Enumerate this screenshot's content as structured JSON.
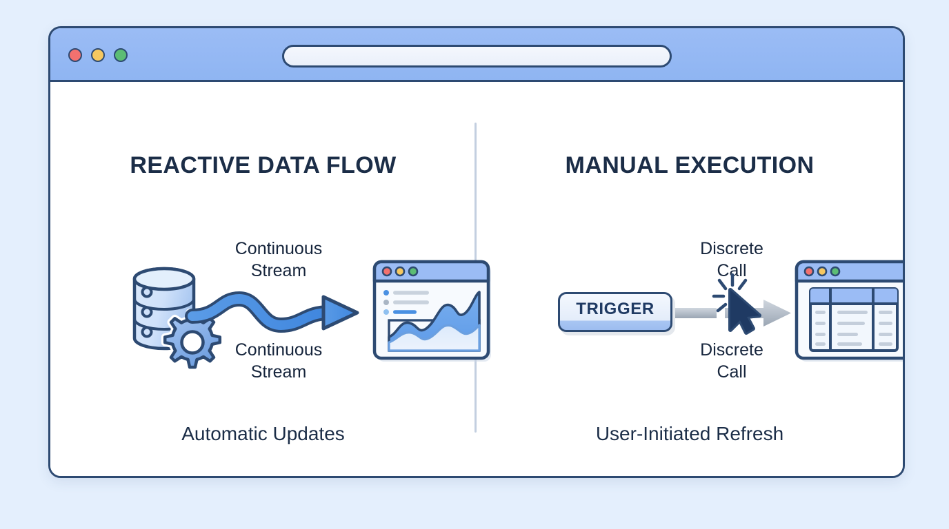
{
  "page": {
    "background_color": "#e4effd",
    "accent_blue": "#4a90e2",
    "ink_navy": "#2d4a72",
    "text_navy": "#1b2d47"
  },
  "window": {
    "traffic_lights": [
      {
        "name": "close",
        "color": "#f2716f"
      },
      {
        "name": "minimize",
        "color": "#f6c860"
      },
      {
        "name": "maximize",
        "color": "#5cbd74"
      }
    ],
    "address_bar": {
      "value": "",
      "placeholder": ""
    }
  },
  "panels": {
    "left": {
      "title": "REACTIVE DATA FLOW",
      "caption": "Automatic Updates",
      "label_top": "Continuous\nStream",
      "label_bottom": "Continuous\nStream",
      "source_icon": "database-gear-icon",
      "connector_icon": "wavy-arrow-icon",
      "target_icon": "chart-window-icon",
      "chart_window": {
        "legend_rows": 3,
        "series_bands": 2
      }
    },
    "right": {
      "title": "MANUAL EXECUTION",
      "caption": "User-Initiated Refresh",
      "label_top": "Discrete\nCall",
      "label_bottom": "Discrete\nCall",
      "trigger_label": "TRIGGER",
      "connector_icon": "straight-arrow-icon",
      "click_icon": "cursor-click-icon",
      "target_icon": "table-window-icon",
      "table_window": {
        "columns": 3,
        "rows": 4
      }
    }
  }
}
